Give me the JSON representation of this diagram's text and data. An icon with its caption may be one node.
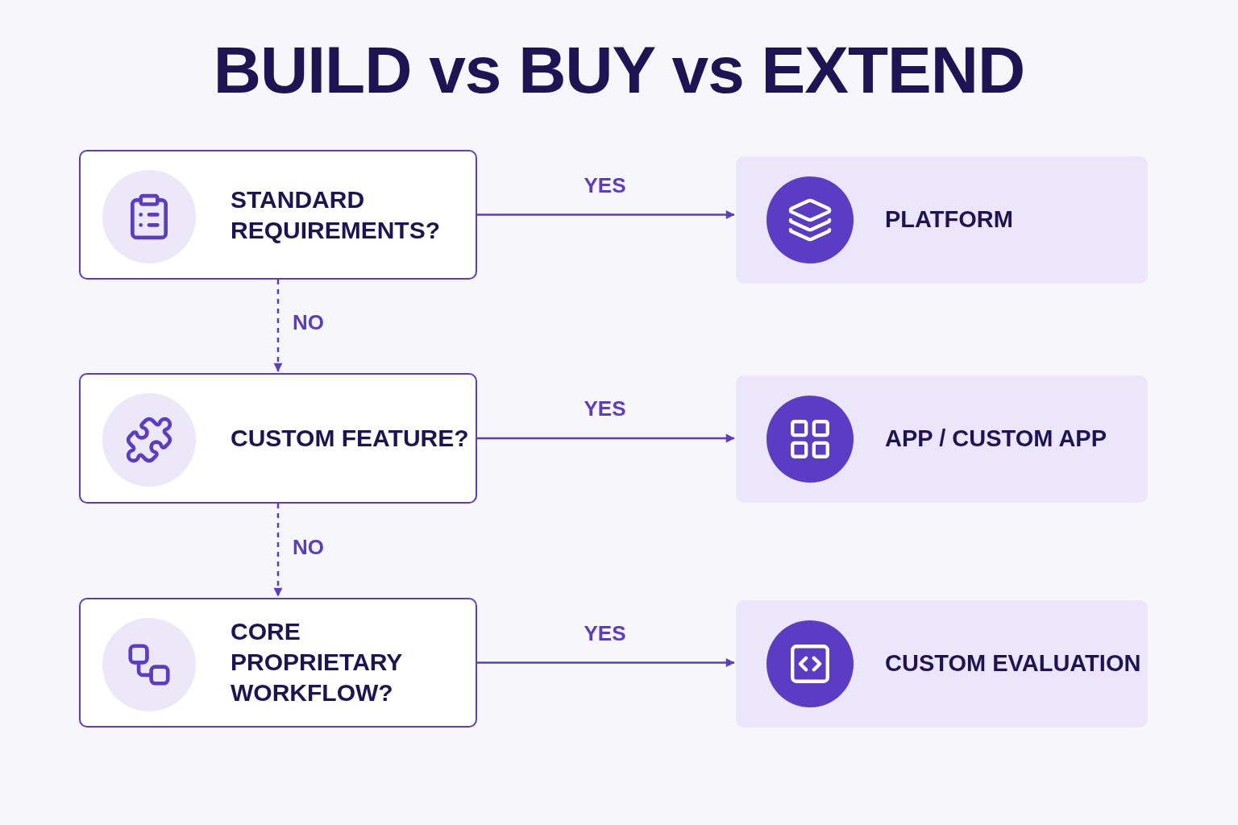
{
  "diagram": {
    "title": "BUILD vs BUY vs EXTEND",
    "nodes": [
      {
        "text": [
          "STANDARD REQUIREMENTS?"
        ]
      },
      {
        "text": [
          "PLATFORM"
        ]
      },
      {
        "text": [
          "CUSTOM FEATURE?"
        ]
      },
      {
        "text": [
          "APP / CUSTOM APP"
        ]
      },
      {
        "text": [
          "CORE PROPRIETARY WORKFLOW?"
        ]
      },
      {
        "text": [
          "CUSTOM EVALUATION"
        ]
      }
    ],
    "edges": [
      {
        "from": 0,
        "to": 1,
        "arrow": "to",
        "label": "YES"
      },
      {
        "from": 0,
        "to": 2,
        "arrow": "to",
        "label": "NO",
        "style": "dashed"
      },
      {
        "from": 2,
        "to": 3,
        "arrow": "to",
        "label": "YES"
      },
      {
        "from": 2,
        "to": 4,
        "arrow": "to",
        "label": "NO",
        "style": "dashed"
      },
      {
        "from": 4,
        "to": 5,
        "arrow": "to",
        "label": "YES"
      }
    ]
  }
}
